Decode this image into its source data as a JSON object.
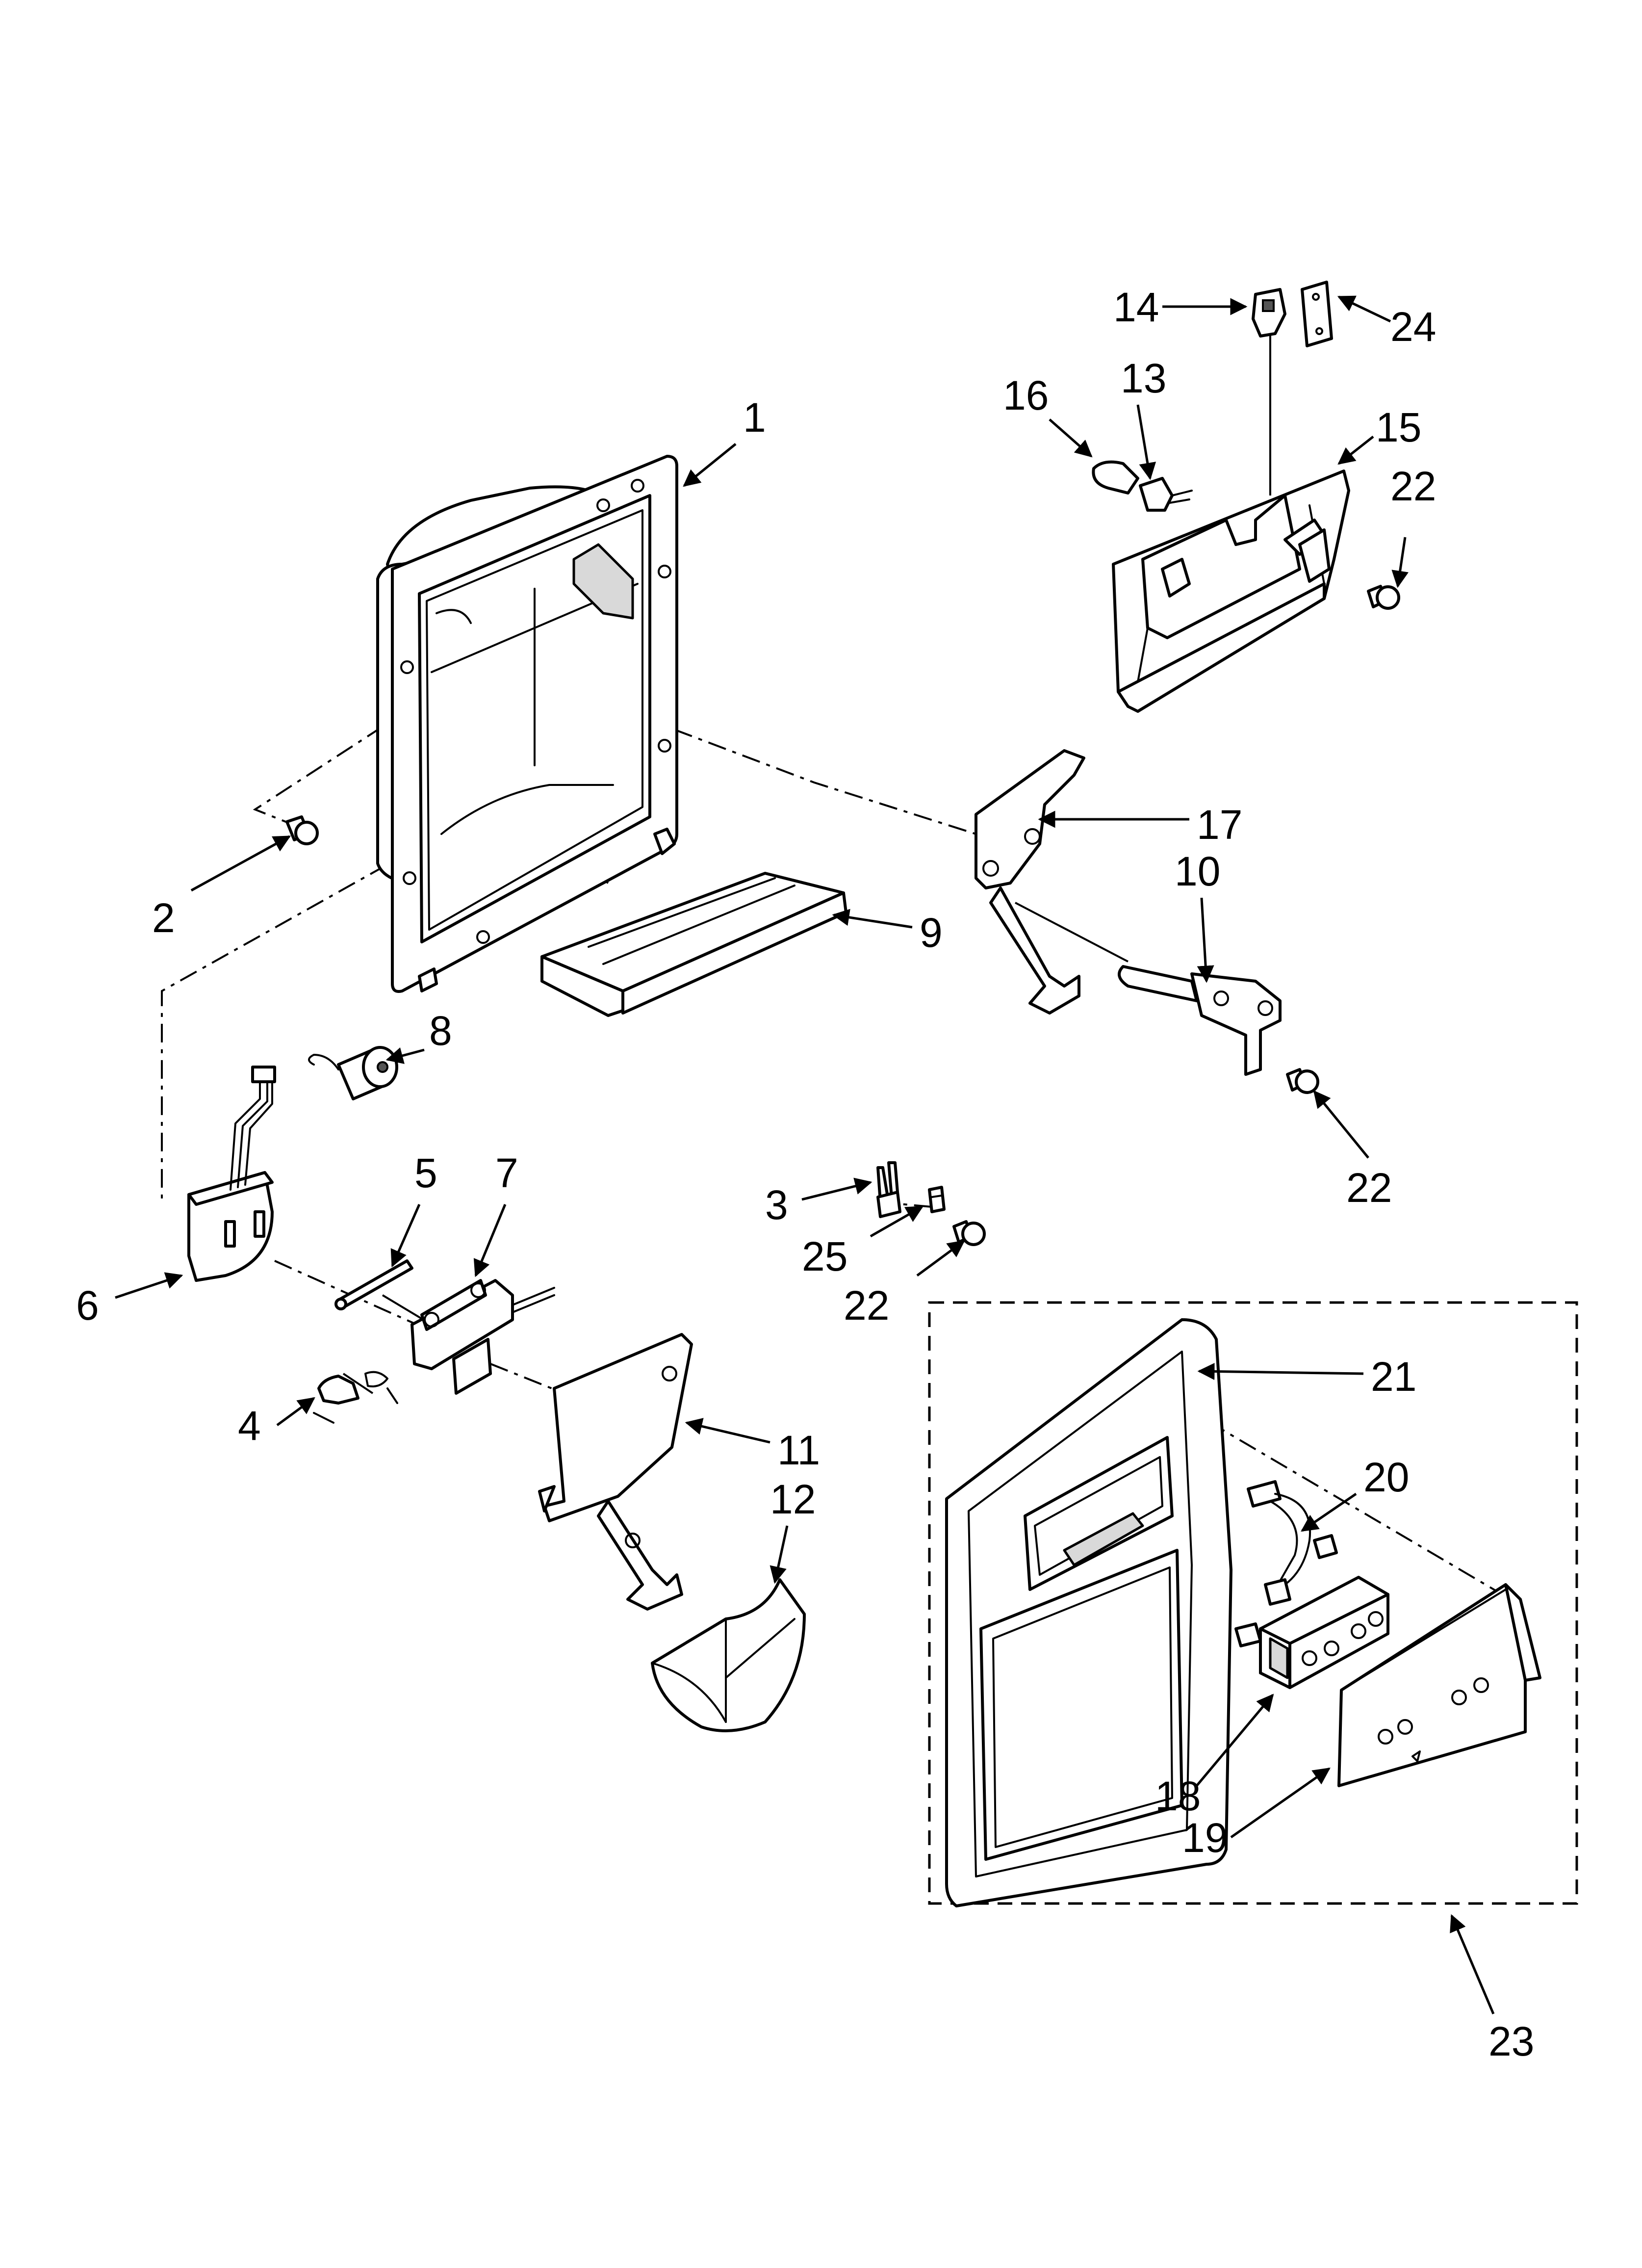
{
  "diagram": {
    "callouts": [
      {
        "label": "1"
      },
      {
        "label": "2"
      },
      {
        "label": "3"
      },
      {
        "label": "4"
      },
      {
        "label": "5"
      },
      {
        "label": "6"
      },
      {
        "label": "7"
      },
      {
        "label": "8"
      },
      {
        "label": "9"
      },
      {
        "label": "10"
      },
      {
        "label": "11"
      },
      {
        "label": "12"
      },
      {
        "label": "13"
      },
      {
        "label": "14"
      },
      {
        "label": "15"
      },
      {
        "label": "16"
      },
      {
        "label": "17"
      },
      {
        "label": "18"
      },
      {
        "label": "19"
      },
      {
        "label": "20"
      },
      {
        "label": "21"
      },
      {
        "label": "22"
      },
      {
        "label": "22"
      },
      {
        "label": "22"
      },
      {
        "label": "23"
      },
      {
        "label": "24"
      },
      {
        "label": "25"
      }
    ]
  }
}
